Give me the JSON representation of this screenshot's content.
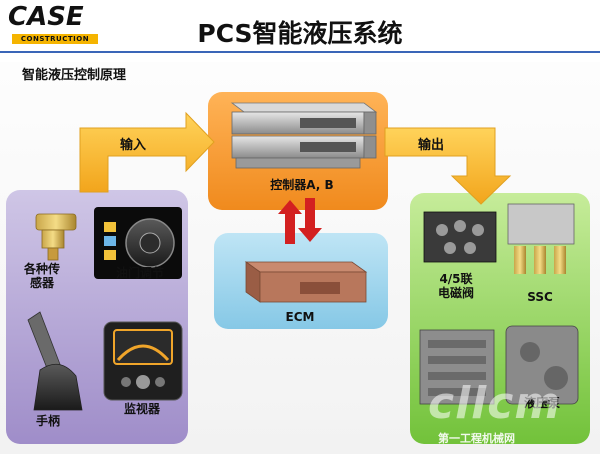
{
  "header": {
    "logo_main": "CASE",
    "logo_sub": "CONSTRUCTION",
    "title": "PCS智能液压系统"
  },
  "subtitle": "智能液压控制原理",
  "arrows": {
    "input_label": "输入",
    "output_label": "输出"
  },
  "inputs": {
    "sensors_line1": "各种传",
    "sensors_line2": "感器",
    "throttle": "油门调节",
    "joystick": "手柄",
    "monitor": "监视器"
  },
  "controller": {
    "label": "控制器A, B"
  },
  "ecm": {
    "label": "ECM"
  },
  "outputs": {
    "valve_line1": "4/5联",
    "valve_line2": "电磁阀",
    "ssc": "SSC",
    "pump": "液压泵"
  },
  "watermark": {
    "large": "cllcm",
    "small": "第一工程机械网"
  },
  "colors": {
    "input_panel": "#a995cf",
    "controller_panel": "#f5962a",
    "ecm_panel": "#9fd3eb",
    "output_panel": "#8fd14f",
    "arrow_fill": "#f5b82e",
    "link_arrow": "#d32020",
    "title_rule": "#3a66b8",
    "logo_bar": "#f5b400"
  }
}
